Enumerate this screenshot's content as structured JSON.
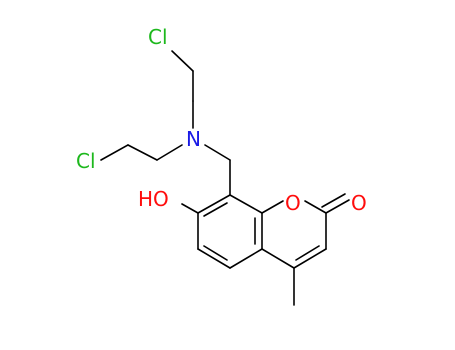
{
  "colors": {
    "carbon": "#000000",
    "chlorine": "#1db81d",
    "nitrogen": "#1a1ae6",
    "oxygen": "#ff0d0d"
  },
  "atoms": {
    "cl_top": "Cl",
    "cl_left": "Cl",
    "n": "N",
    "o_hydroxyl": "HO",
    "o_ring": "O",
    "o_carbonyl": "O"
  }
}
